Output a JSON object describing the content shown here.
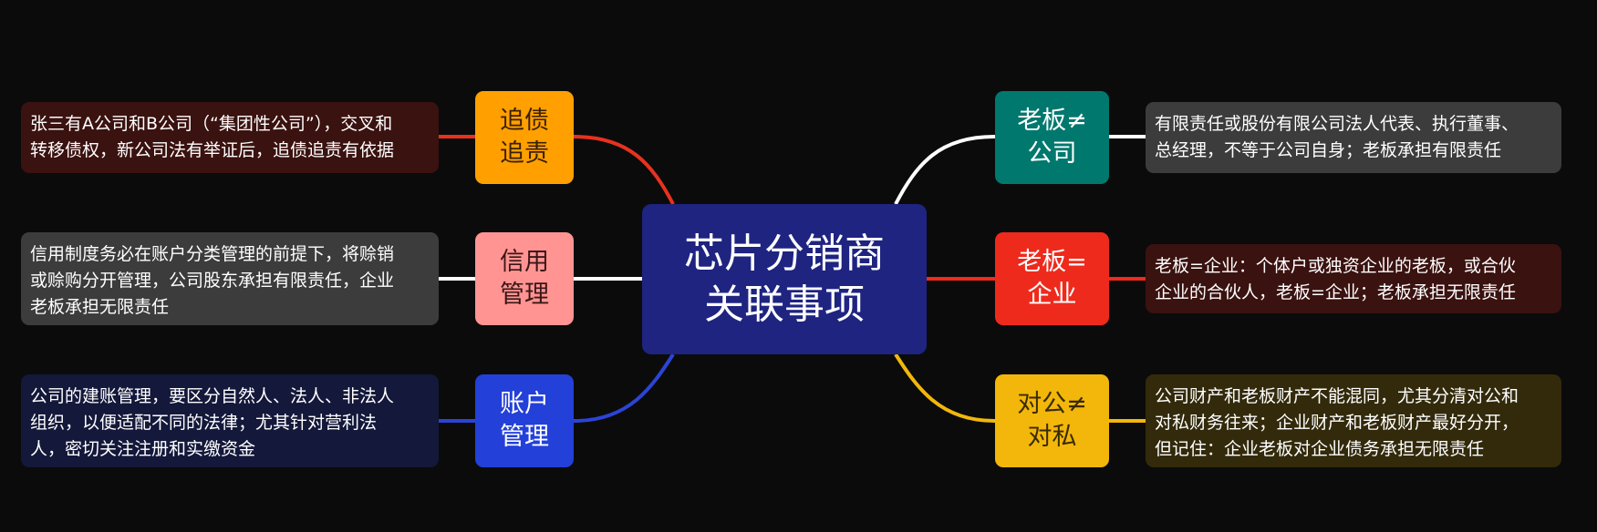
{
  "center": {
    "title": "芯片分销商\n关联事项",
    "color": "#1e2480"
  },
  "left": [
    {
      "label": "追债\n追责",
      "description": "张三有A公司和B公司（“集团性公司”），交叉和\n转移债权，新公司法有举证后，追债追责有依据",
      "node_color": "#ffa000",
      "text_color": "#3a2000",
      "desc_bg": "#3a1210",
      "line_color": "#e8321e"
    },
    {
      "label": "信用\n管理",
      "description": "信用制度务必在账户分类管理的前提下，将赊销\n或赊购分开管理，公司股东承担有限责任，企业\n老板承担无限责任",
      "node_color": "#ff9493",
      "text_color": "#3a1616",
      "desc_bg": "#3c3c3c",
      "line_color": "#ffffff"
    },
    {
      "label": "账户\n管理",
      "description": "公司的建账管理，要区分自然人、法人、非法人\n组织，以便适配不同的法律；尤其针对营利法\n人，密切关注注册和实缴资金",
      "node_color": "#2340d8",
      "text_color": "#ffffff",
      "desc_bg": "#14183a",
      "line_color": "#2b44d6"
    }
  ],
  "right": [
    {
      "label": "老板≠\n公司",
      "description": "有限责任或股份有限公司法人代表、执行董事、\n总经理，不等于公司自身；老板承担有限责任",
      "node_color": "#00786e",
      "text_color": "#ffffff",
      "desc_bg": "#3c3c3c",
      "line_color": "#ffffff"
    },
    {
      "label": "老板=\n企业",
      "description": "老板=企业：个体户或独资企业的老板，或合伙\n企业的合伙人，老板=企业；老板承担无限责任",
      "node_color": "#ee2a1c",
      "text_color": "#ffffff",
      "desc_bg": "#3a1210",
      "line_color": "#ee2a1c"
    },
    {
      "label": "对公≠\n对私",
      "description": "公司财产和老板财产不能混同，尤其分清对公和\n对私财务往来；企业财产和老板财产最好分开，\n但记住：企业老板对企业债务承担无限责任",
      "node_color": "#f2b70a",
      "text_color": "#3a2a00",
      "desc_bg": "#332a0c",
      "line_color": "#f2b70a"
    }
  ]
}
